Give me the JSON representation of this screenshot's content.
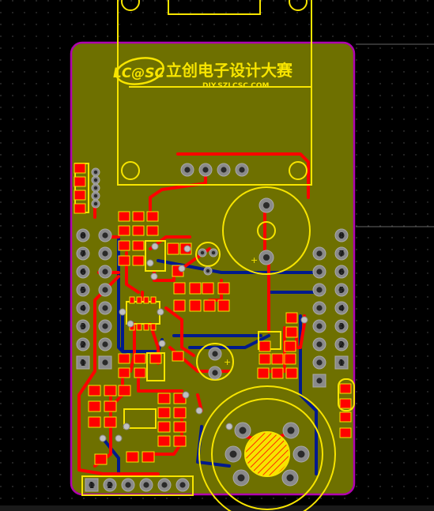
{
  "logo": {
    "mark": "LC@SC",
    "title": "立创电子设计大赛",
    "subtitle": "DIY.SZLCSC.COM"
  },
  "headers": {
    "left_numbers": [
      "8",
      "7",
      "6",
      "5",
      "4",
      "3",
      "2",
      "1"
    ],
    "right_numbers": [
      "8",
      "7",
      "6",
      "5",
      "4",
      "3",
      "2",
      "1"
    ],
    "bottom_numbers": [
      "1",
      "2"
    ]
  },
  "silk": {
    "polarity_mark": "+"
  },
  "colors": {
    "background": "#000000",
    "board_fill": "#6e7000",
    "board_outline": "#b000b0",
    "top_copper": "#ff0000",
    "bottom_copper": "#001a8c",
    "silkscreen": "#f7e400",
    "pad_hole": "#2a2a2a"
  }
}
